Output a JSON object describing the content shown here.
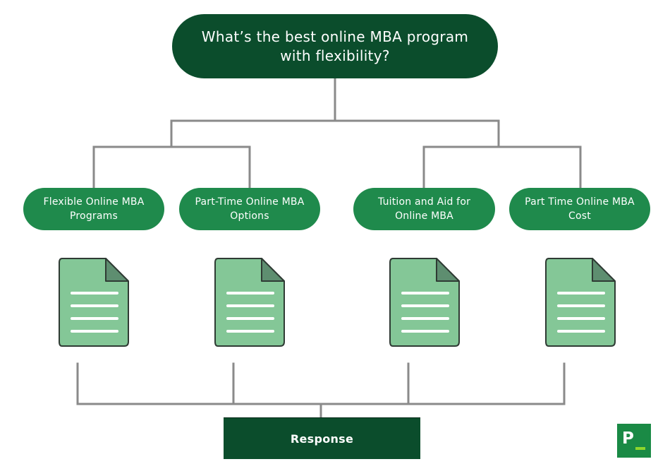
{
  "root_question": "What’s the best online MBA program with flexibility?",
  "queries": [
    {
      "label": "Flexible Online MBA Programs"
    },
    {
      "label": "Part-Time Online MBA Options"
    },
    {
      "label": "Tuition and Aid for Online MBA"
    },
    {
      "label": "Part Time Online MBA Cost"
    }
  ],
  "document_icon": "document-icon",
  "response_label": "Response",
  "logo": {
    "letter": "P",
    "icon": "brand-logo-icon"
  },
  "colors": {
    "root_fill": "#0b4d2c",
    "query_fill": "#1f8a4c",
    "document_fill": "#84c797",
    "document_fold": "#5e8e70",
    "document_outline": "#2f3b34",
    "document_lines": "#ffffff",
    "connector": "#8a8a8a",
    "response_fill": "#0b4d2c",
    "logo_fill": "#1a8a45",
    "logo_accent": "#8ed62c"
  }
}
